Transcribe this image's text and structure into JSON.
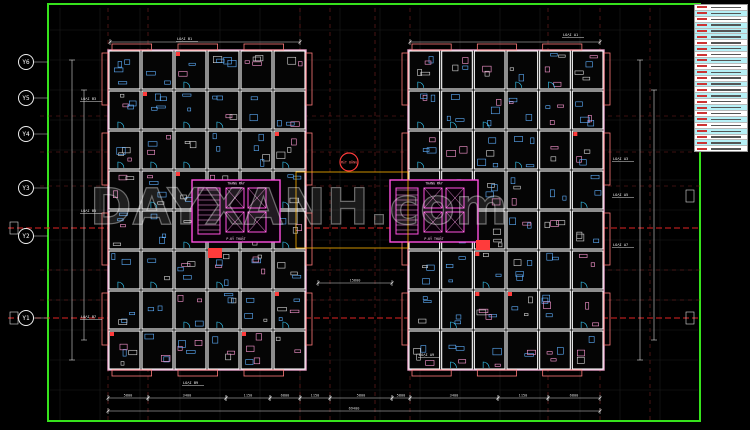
{
  "drawing": {
    "background_color": "#000000",
    "border_color": "#36e21c",
    "grid_color": "#e02424",
    "wall_color": "#ffffff",
    "unit_outline_color": "#e8a0c8",
    "core_color": "#ff4fe0",
    "dimension_color": "#d8d8d8",
    "axis_bubbles": [
      "Y6",
      "Y5",
      "Y4",
      "Y3",
      "Y2",
      "Y1"
    ],
    "dimensions_bottom": [
      "5800",
      "3400",
      "1150",
      "6800",
      "1150",
      "5800"
    ],
    "overall_dimension": "69400",
    "corridor_dimension": "15800",
    "left_unit_tags": [
      "LOẠI B1",
      "LOẠI B3",
      "LOẠI B5",
      "LOẠI B7",
      "LOẠI B9"
    ],
    "right_unit_tags": [
      "LOẠI A1",
      "LOẠI A3",
      "LOẠI A5",
      "LOẠI A7",
      "LOẠI A9"
    ],
    "core_labels": [
      "THANG MÁY",
      "P.KỸ THUẬT"
    ],
    "section_mark": "MẶT BẰNG"
  },
  "watermark_text": "DAYXANH.com",
  "legend_rows": 30
}
